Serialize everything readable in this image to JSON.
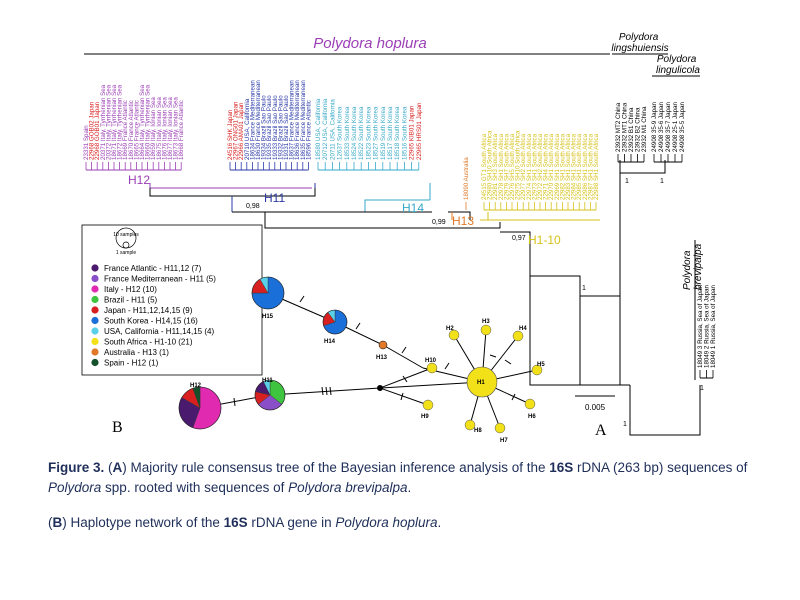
{
  "panel_a": {
    "letter": "A",
    "clade_title": "Polydora hoplura",
    "outgroups": [
      {
        "name": "Polydora\nlingshuiensis",
        "lines": [
          "Polydora",
          "lingshuiensis"
        ]
      },
      {
        "name": "Polydora\nlingulicola",
        "lines": [
          "Polydora",
          "lingulicola"
        ]
      },
      {
        "name": "Polydora\nbrevipalpa",
        "lines": [
          "Polydora",
          "brevipalpa"
        ]
      }
    ],
    "haplogroups": {
      "h12": "H12",
      "h11": "H11",
      "h14": "H14",
      "h13": "H13",
      "h1_10": "H1-10"
    },
    "supports": {
      "s1": "0,98",
      "s2": "0,99",
      "s3": "0,97",
      "s4": "1",
      "s5": "1",
      "s6": "1",
      "s7": "1",
      "s8": "1"
    },
    "scale_bar": "0.005",
    "colors": {
      "h12": "#9b3fb5",
      "h11": "#2b3aa8",
      "h14": "#36a8c8",
      "h13": "#e07a2a",
      "h1_10": "#d6c21a",
      "black": "#000000",
      "japan": "#d92020"
    },
    "leaves": {
      "h12": [
        "23331 Spain",
        "22968 GOB02 Japan",
        "22968 GOB01 Japan",
        "20371 Italy, Tyrrhenian Sea",
        "20372 Italy, Tyrrhenian Sea",
        "18671 Italy, Tyrrhenian Sea",
        "18672 Italy, Tyrrhenian Sea",
        "18669 France Atlantic",
        "18670 France Atlantic",
        "18665 France Atlantic",
        "18664 Italy, Tyrrhenian Sea",
        "18660 Italy, Tyrrhenian Sea",
        "18659 Italy, Ionian Sea",
        "18675 Italy, Ionian Sea",
        "18676 Italy, Ionian Sea",
        "18677 Italy, Ionian Sea",
        "18673 Italy, Ionian Sea",
        "18668 France Atlantic"
      ],
      "h11": [
        "24516 SHK Japan",
        "22967 ONG01 Japan",
        "22966 AMA01 Japan",
        "20710 USA, California",
        "18634 France Mediterranean",
        "18630 France Mediterranean",
        "19334 Brazil Sao Paulo",
        "19335 Brazil Sao Paulo",
        "19333 Brazil Sao Paulo",
        "19332 Brazil Sao Paulo",
        "19331 Brazil Sao Paulo",
        "18637 France Mediterranean",
        "18636 France Mediterranean",
        "18635 France Mediterranean",
        "18596 France Atlantic"
      ],
      "h14": [
        "18580 USA, California",
        "20712 USA, California",
        "20711 USA, California",
        "12637 South Korea",
        "18533 South Korea",
        "18524 South Korea",
        "18522 South Korea",
        "18523 South Korea",
        "18527 South Korea",
        "18519 South Korea",
        "18517 South Korea",
        "18518 South Korea",
        "18516 South Korea",
        "22965 KIB01 Japan",
        "22965 HRS01 Japan"
      ],
      "h13": [
        "18090 Australia"
      ],
      "h1_10": [
        "24515 GT1 South Africa",
        "22980 SH10 South Africa",
        "22981 SH3 South Africa",
        "22978 SH1 South Africa",
        "22979 SH7 South Africa",
        "22976 SH5 South Africa",
        "22975 SH10 South Africa",
        "22977 SH2 South Africa",
        "22974 SH1 South Africa",
        "22973 SH1 South Africa",
        "22972 SH2 South Africa",
        "22971 SH4 South Africa",
        "22970 SH1 South Africa",
        "22969 SH1 South Africa",
        "22982 SH1 South Africa",
        "22983 SH1 South Africa",
        "22984 SH1 South Africa",
        "22985 SH1 South Africa",
        "22986 SH1 South Africa",
        "22987 SH1 South Africa",
        "22988 SH1 South Africa"
      ],
      "lingshuiensis": [
        "23932 MT2 China",
        "23932 MT1 China",
        "23932 B1 China",
        "23932 B2 China",
        "23932 M1 China"
      ],
      "lingulicola": [
        "24908 35-9 Japan",
        "24908 35-6 Japan",
        "24908 35-7 Japan",
        "24908 25-1 Japan",
        "24908 35-5 Japan"
      ],
      "brevipalpa": [
        "18049 3 Russia, Sea of Japan",
        "18049 2 Russia, Sea of Japan",
        "18049 1 Russia, Sea of Japan"
      ]
    }
  },
  "panel_b": {
    "letter": "B",
    "size_legend": {
      "large": "10 samples",
      "small": "1 sample"
    },
    "legend": [
      {
        "label": "France Atlantic - H11,12 (7)",
        "color": "#4a1a6e"
      },
      {
        "label": "France Mediterranean - H11 (5)",
        "color": "#8a4fc8"
      },
      {
        "label": "Italy - H12 (10)",
        "color": "#e02ab0"
      },
      {
        "label": "Brazil - H11 (5)",
        "color": "#3ec43e"
      },
      {
        "label": "Japan - H11,12,14,15 (9)",
        "color": "#d92020"
      },
      {
        "label": "South Korea - H14,15 (16)",
        "color": "#1a6fd9"
      },
      {
        "label": "USA, California - H11,14,15 (4)",
        "color": "#5ad0e8"
      },
      {
        "label": "South Africa - H1-10 (21)",
        "color": "#f2e018"
      },
      {
        "label": "Australia - H13 (1)",
        "color": "#e07a2a"
      },
      {
        "label": "Spain - H12 (1)",
        "color": "#14502a"
      }
    ],
    "nodes": {
      "h15": "H15",
      "h14": "H14",
      "h13": "H13",
      "h12": "H12",
      "h11": "H11",
      "h10": "H10",
      "h9": "H9",
      "h8": "H8",
      "h7": "H7",
      "h6": "H6",
      "h5": "H5",
      "h4": "H4",
      "h3": "H3",
      "h2": "H2",
      "h1": "H1"
    },
    "pies": {
      "h15": [
        {
          "v": 9,
          "c": "#1a6fd9"
        },
        {
          "v": 2,
          "c": "#d92020"
        },
        {
          "v": 1,
          "c": "#5ad0e8"
        }
      ],
      "h14": [
        {
          "v": 7,
          "c": "#1a6fd9"
        },
        {
          "v": 2,
          "c": "#d92020"
        },
        {
          "v": 1,
          "c": "#5ad0e8"
        }
      ],
      "h12": [
        {
          "v": 10,
          "c": "#e02ab0"
        },
        {
          "v": 5,
          "c": "#4a1a6e"
        },
        {
          "v": 2,
          "c": "#d92020"
        },
        {
          "v": 1,
          "c": "#14502a"
        }
      ],
      "h11": [
        {
          "v": 5,
          "c": "#3ec43e"
        },
        {
          "v": 4,
          "c": "#8a4fc8"
        },
        {
          "v": 2,
          "c": "#d92020"
        },
        {
          "v": 2,
          "c": "#4a1a6e"
        },
        {
          "v": 1,
          "c": "#5ad0e8"
        }
      ]
    }
  },
  "caption": {
    "line1": {
      "fig": "Figure 3.",
      "p1": " (",
      "a": "A",
      "p2": ") Majority rule consensus tree of the Bayesian inference analysis of the ",
      "gene": "16S",
      "p3": " rDNA (263 bp) sequences of ",
      "sp1": "Polydora",
      "p4": " spp. rooted with sequences of ",
      "sp2": "Polydora brevipalpa",
      "p5": "."
    },
    "line2": {
      "p1": "(",
      "b": "B",
      "p2": ") Haplotype network of the ",
      "gene": "16S",
      "p3": " rDNA gene in ",
      "sp": "Polydora hoplura",
      "p4": "."
    }
  }
}
